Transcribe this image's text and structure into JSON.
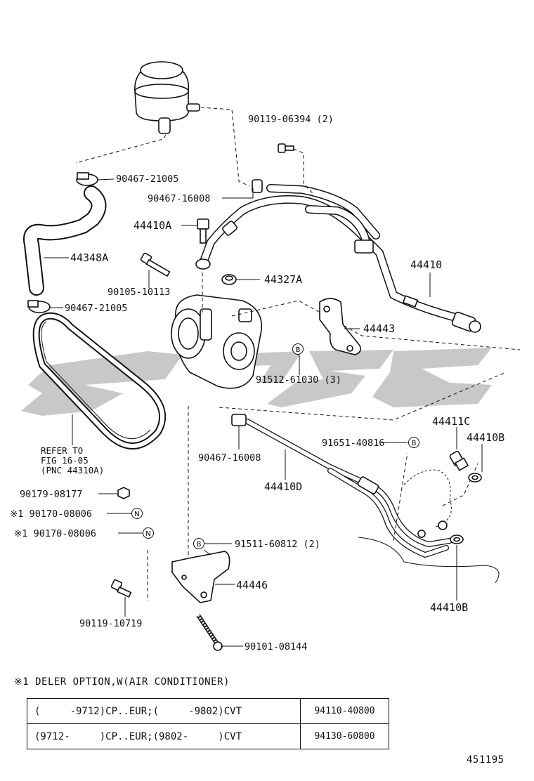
{
  "callouts": {
    "c90119_06394": "90119-06394 (2)",
    "c90467_21005_top": "90467-21005",
    "c90467_16008_top": "90467-16008",
    "c44410A": "44410A",
    "c44348A": "44348A",
    "c44327A": "44327A",
    "c90105_10113": "90105-10113",
    "c90467_21005_bot": "90467-21005",
    "c44410": "44410",
    "c44443": "44443",
    "c91512_61030": "91512-61030 (3)",
    "c90467_16008_bot": "90467-16008",
    "c91651_40816": "91651-40816",
    "c44411C": "44411C",
    "c44410B_top": "44410B",
    "c44410D": "44410D",
    "c44410B_bot": "44410B",
    "c90179_08177": "90179-08177",
    "c90170_08006_a": "※1 90170-08006",
    "c90170_08006_b": "※1 90170-08006",
    "c91511_60812": "91511-60812 (2)",
    "c44446": "44446",
    "c90119_10719": "90119-10719",
    "c90101_08144": "90101-08144",
    "refer_line1": "REFER TO",
    "refer_line2": "FIG 16-05",
    "refer_line3": "(PNC 44310A)"
  },
  "badges": {
    "b": "B",
    "n": "N"
  },
  "note": "※1 DELER OPTION,W(AIR CONDITIONER)",
  "spec_table": {
    "rows": [
      {
        "applicability": "(     -9712)CP..EUR;(     -9802)CVT",
        "part_number": "94110-40800"
      },
      {
        "applicability": "(9712-     )CP..EUR;(9802-     )CVT",
        "part_number": "94130-60800"
      }
    ]
  },
  "page_number": "451195"
}
